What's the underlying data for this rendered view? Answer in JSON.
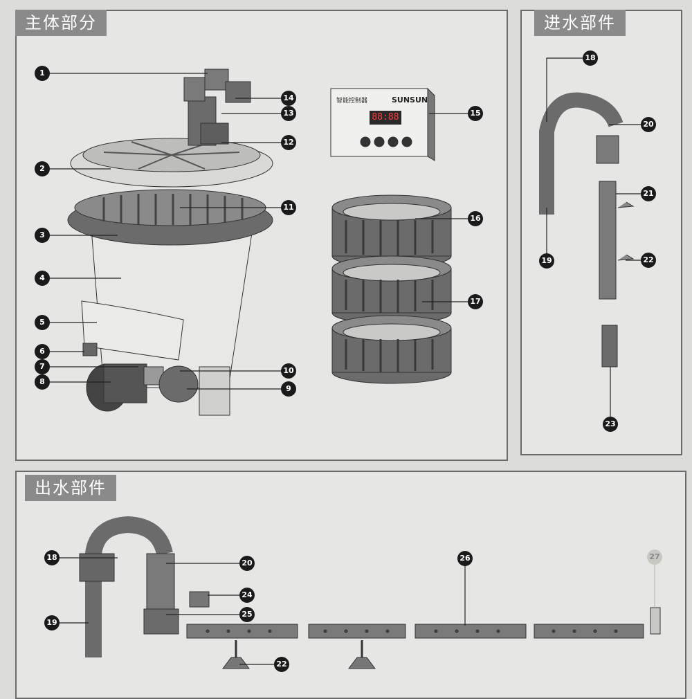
{
  "sections": {
    "main_body": {
      "title": "主体部分"
    },
    "inlet": {
      "title": "进水部件"
    },
    "outlet": {
      "title": "出水部件"
    }
  },
  "controller": {
    "brand": "SUNSUN",
    "title": "智能控制器",
    "display": "88:88"
  },
  "callouts": {
    "main": [
      "1",
      "2",
      "3",
      "4",
      "5",
      "6",
      "7",
      "8",
      "9",
      "10",
      "11",
      "12",
      "13",
      "14",
      "15",
      "16",
      "17"
    ],
    "inlet": [
      "18",
      "19",
      "20",
      "21",
      "22",
      "23"
    ],
    "outlet": [
      "18",
      "19",
      "20",
      "22",
      "24",
      "25",
      "26",
      "27"
    ]
  },
  "colors": {
    "background": "#dcdcda",
    "panel": "#e6e6e4",
    "part_dark": "#6b6b6b",
    "part_light": "#d9d9d6",
    "badge": "#1a1a1a",
    "tab": "#8a8a8a"
  }
}
